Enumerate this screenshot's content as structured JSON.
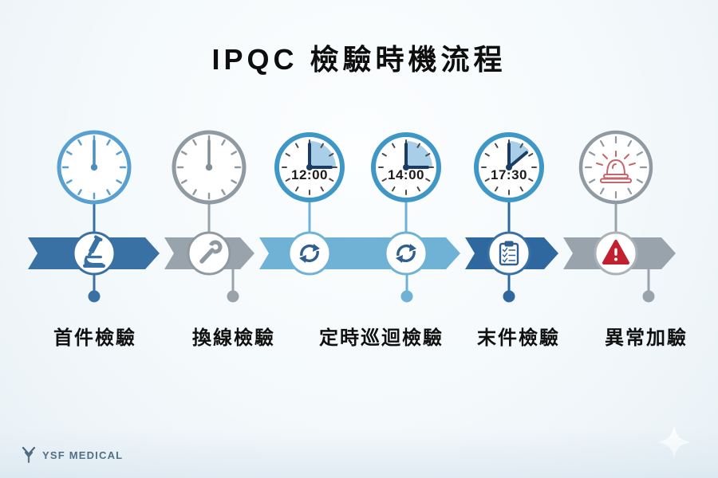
{
  "title": "IPQC 檢驗時機流程",
  "steps": [
    {
      "label": "首件檢驗",
      "icon": "microscope-icon"
    },
    {
      "label": "換線檢驗",
      "icon": "wrench-icon"
    },
    {
      "label": "定時巡迴檢驗",
      "icon": "refresh-icon"
    },
    {
      "label": "末件檢驗",
      "icon": "clipboard-icon"
    },
    {
      "label": "異常加驗",
      "icon": "warning-icon"
    }
  ],
  "clock_times": {
    "clock3": "12:00",
    "clock4": "14:00",
    "clock5": "17:30"
  },
  "footer": {
    "brand": "YSF MEDICAL"
  },
  "colors": {
    "dark_blue": "#3a71a5",
    "deep_blue": "#2f689e",
    "light_blue": "#6fb2d5",
    "gray": "#99a3ab",
    "clock_blue": "#57a0cf",
    "timer_blue": "#3f97c6",
    "wedge_blue": "#a9cee7",
    "navy": "#1d3c63",
    "alert_red": "#c1202f",
    "siren_red": "#c2686d",
    "brand_navy": "#2b4a66"
  }
}
